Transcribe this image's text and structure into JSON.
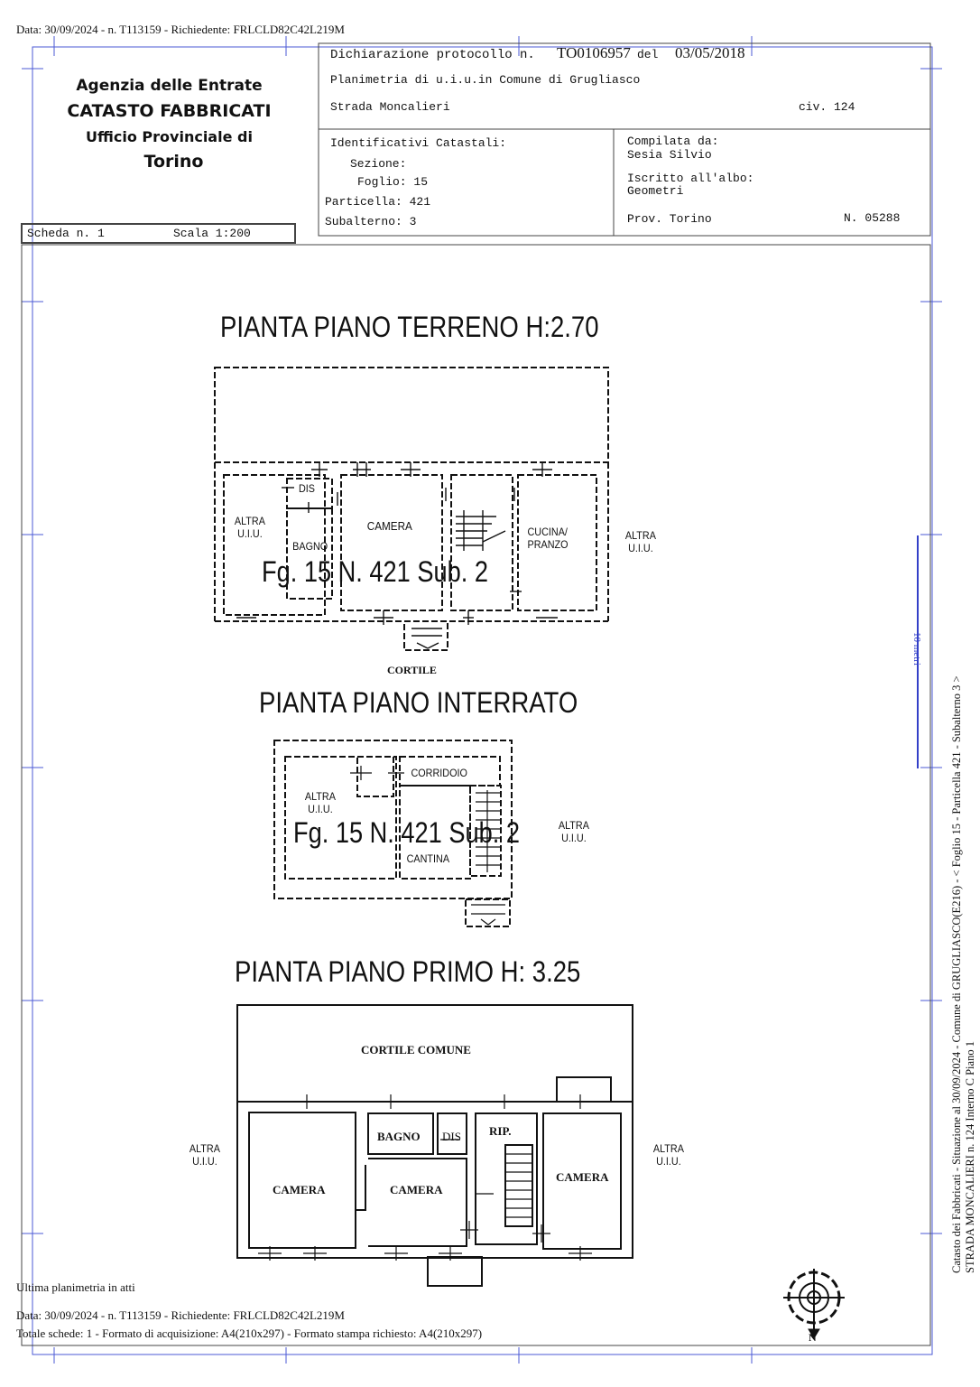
{
  "top_info": "Data: 30/09/2024 - n. T113159 - Richiedente: FRLCLD82C42L219M",
  "agency": {
    "line1": "Agenzia delle Entrate",
    "line2": "CATASTO FABBRICATI",
    "line3": "Ufficio Provinciale di",
    "line4": "Torino"
  },
  "declaration": {
    "label": "Dichiarazione protocollo n.",
    "number": "TO0106957",
    "del_label": "del",
    "date": "03/05/2018",
    "plan_line": "Planimetria di u.i.u.in Comune di Grugliasco",
    "street": "Strada Moncalieri",
    "civ": "civ. 124"
  },
  "identifiers": {
    "heading": "Identificativi Catastali:",
    "sezione": "Sezione:",
    "foglio": "Foglio: 15",
    "particella": "Particella: 421",
    "subalterno": "Subalterno: 3"
  },
  "compiler": {
    "heading": "Compilata da:",
    "name": "Sesia Silvio",
    "albo_heading": "Iscritto all'albo:",
    "albo": "Geometri",
    "prov": "Prov. Torino",
    "number": "N. 05288"
  },
  "scheda": {
    "label": "Scheda n. 1",
    "scale": "Scala 1:200"
  },
  "plans": {
    "ground_title": "PIANTA PIANO TERRENO H:2.70",
    "basement_title": "PIANTA PIANO INTERRATO",
    "first_title": "PIANTA PIANO PRIMO H: 3.25",
    "sub_label": "Fg. 15 N. 421 Sub. 2",
    "rooms": {
      "altra": "ALTRA",
      "uiu": "U.I.U.",
      "dis": "DIS",
      "dis_first": "DIS",
      "bagno": "BAGNO",
      "camera": "CAMERA",
      "cucina": "CUCINA/",
      "pranzo": "PRANZO",
      "cortile": "CORTILE",
      "corridoio": "CORRIDOIO",
      "cantina": "CANTINA",
      "cortile_comune": "CORTILE COMUNE",
      "rip": "RIP."
    }
  },
  "side_text": {
    "line1": "Catasto dei Fabbricati - Situazione al 30/09/2024 - Comune di GRUGLIASCO(E216) - < Foglio 15 - Particella 421 - Subalterno 3 >",
    "line2": "STRADA MONCALIERI n. 124 Interno C Piano 1",
    "scale_mark": "10 metri"
  },
  "footer": {
    "last": "Ultima planimetria in atti",
    "data": "Data: 30/09/2024 - n. T113159 - Richiedente: FRLCLD82C42L219M",
    "totale": "Totale schede: 1 - Formato di acquisizione: A4(210x297)  - Formato stampa richiesto: A4(210x297)"
  },
  "compass_label": "N"
}
